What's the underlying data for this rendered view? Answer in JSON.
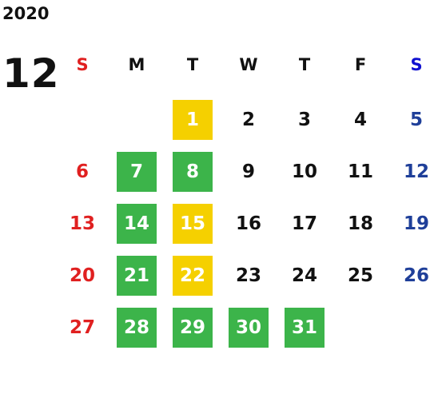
{
  "calendar": {
    "year": "2020",
    "month": "12",
    "weekday_headers": [
      "S",
      "M",
      "T",
      "W",
      "T",
      "F",
      "S"
    ],
    "weekday_header_colors": [
      "#e02020",
      "#111111",
      "#111111",
      "#111111",
      "#111111",
      "#111111",
      "#1010d0"
    ],
    "first_weekday_index": 2,
    "days_in_month": 31,
    "highlight_colors": {
      "green": "#3cb44a",
      "yellow": "#f5d000"
    },
    "text_colors": {
      "sunday": "#e02020",
      "saturday": "#1f3f99",
      "weekday": "#111111",
      "on_highlight": "#ffffff"
    },
    "highlights": {
      "1": "yellow",
      "7": "green",
      "8": "green",
      "14": "green",
      "15": "yellow",
      "21": "green",
      "22": "yellow",
      "28": "green",
      "29": "green",
      "30": "green",
      "31": "green"
    }
  }
}
